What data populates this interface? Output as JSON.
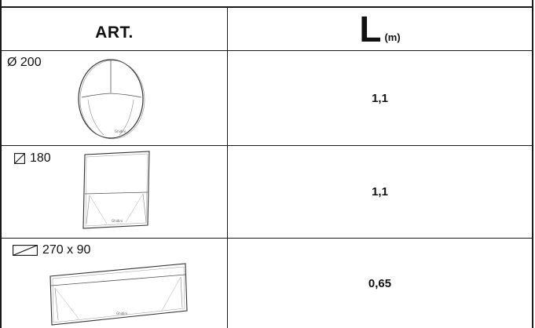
{
  "header": {
    "art_label": "ART.",
    "l_label": "L",
    "l_unit": "(m)"
  },
  "rows": [
    {
      "shape": "round",
      "size_label": "Ø 200",
      "brand_mark": "Ghidini",
      "value": "1,1"
    },
    {
      "shape": "square",
      "size_label": "180",
      "brand_mark": "Ghidini",
      "value": "1,1"
    },
    {
      "shape": "rectangle",
      "size_label": "270 x 90",
      "brand_mark": "Ghidini",
      "value": "0,65"
    }
  ]
}
